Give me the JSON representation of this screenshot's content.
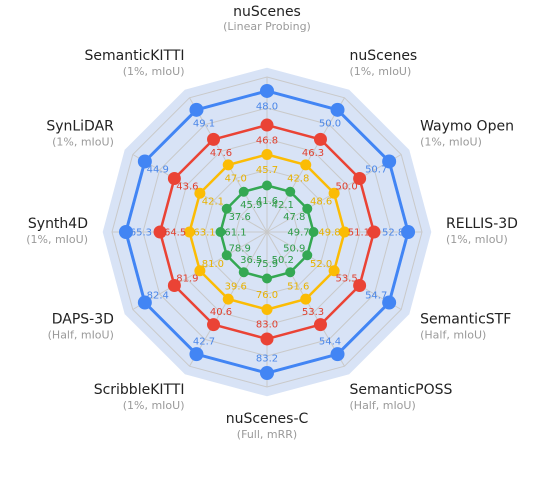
{
  "chart_data": {
    "type": "radar",
    "axes": [
      {
        "title": "nuScenes",
        "subtitle": "(Linear Probing)"
      },
      {
        "title": "nuScenes",
        "subtitle": "(1%, mIoU)"
      },
      {
        "title": "Waymo Open",
        "subtitle": "(1%, mIoU)"
      },
      {
        "title": "RELLIS-3D",
        "subtitle": "(1%, mIoU)"
      },
      {
        "title": "SemanticSTF",
        "subtitle": "(Half, mIoU)"
      },
      {
        "title": "SemanticPOSS",
        "subtitle": "(Half, mIoU)"
      },
      {
        "title": "nuScenes-C",
        "subtitle": "(Full, mRR)"
      },
      {
        "title": "ScribbleKITTI",
        "subtitle": "(1%, mIoU)"
      },
      {
        "title": "DAPS-3D",
        "subtitle": "(Half, mIoU)"
      },
      {
        "title": "Synth4D",
        "subtitle": "(1%, mIoU)"
      },
      {
        "title": "SynLiDAR",
        "subtitle": "(1%, mIoU)"
      },
      {
        "title": "SemanticKITTI",
        "subtitle": "(1%, mIoU)"
      }
    ],
    "series": [
      {
        "color": "#4285F4",
        "values": [
          "48.0",
          "50.0",
          "50.7",
          "52.8",
          "54.7",
          "54.4",
          "83.2",
          "42.7",
          "82.4",
          "65.3",
          "44.9",
          "49.1"
        ]
      },
      {
        "color": "#EA4335",
        "values": [
          "46.8",
          "46.3",
          "50.0",
          "51.1",
          "53.5",
          "53.3",
          "83.0",
          "40.6",
          "81.9",
          "64.5",
          "43.6",
          "47.6"
        ]
      },
      {
        "color": "#FBBC05",
        "values": [
          "45.7",
          "42.8",
          "48.6",
          "49.8",
          "52.0",
          "51.6",
          "76.0",
          "39.6",
          "81.0",
          "63.1",
          "42.1",
          "47.0"
        ]
      },
      {
        "color": "#34A853",
        "values": [
          "41.6",
          "42.1",
          "47.8",
          "49.7",
          "50.9",
          "50.2",
          "75.9",
          "36.5",
          "78.9",
          "61.1",
          "37.6",
          "45.9"
        ]
      }
    ],
    "series_levels": [
      0.91,
      0.69,
      0.5,
      0.3
    ],
    "grid": true,
    "grid_rings": 5,
    "outer_fill": "#D8E3F6",
    "grid_color": "#C9C9C9",
    "value_label_colors": {
      "blue": "#4A86E8",
      "red": "#E0402F",
      "yellow": "#E8B200",
      "green": "#2E9B48"
    }
  }
}
